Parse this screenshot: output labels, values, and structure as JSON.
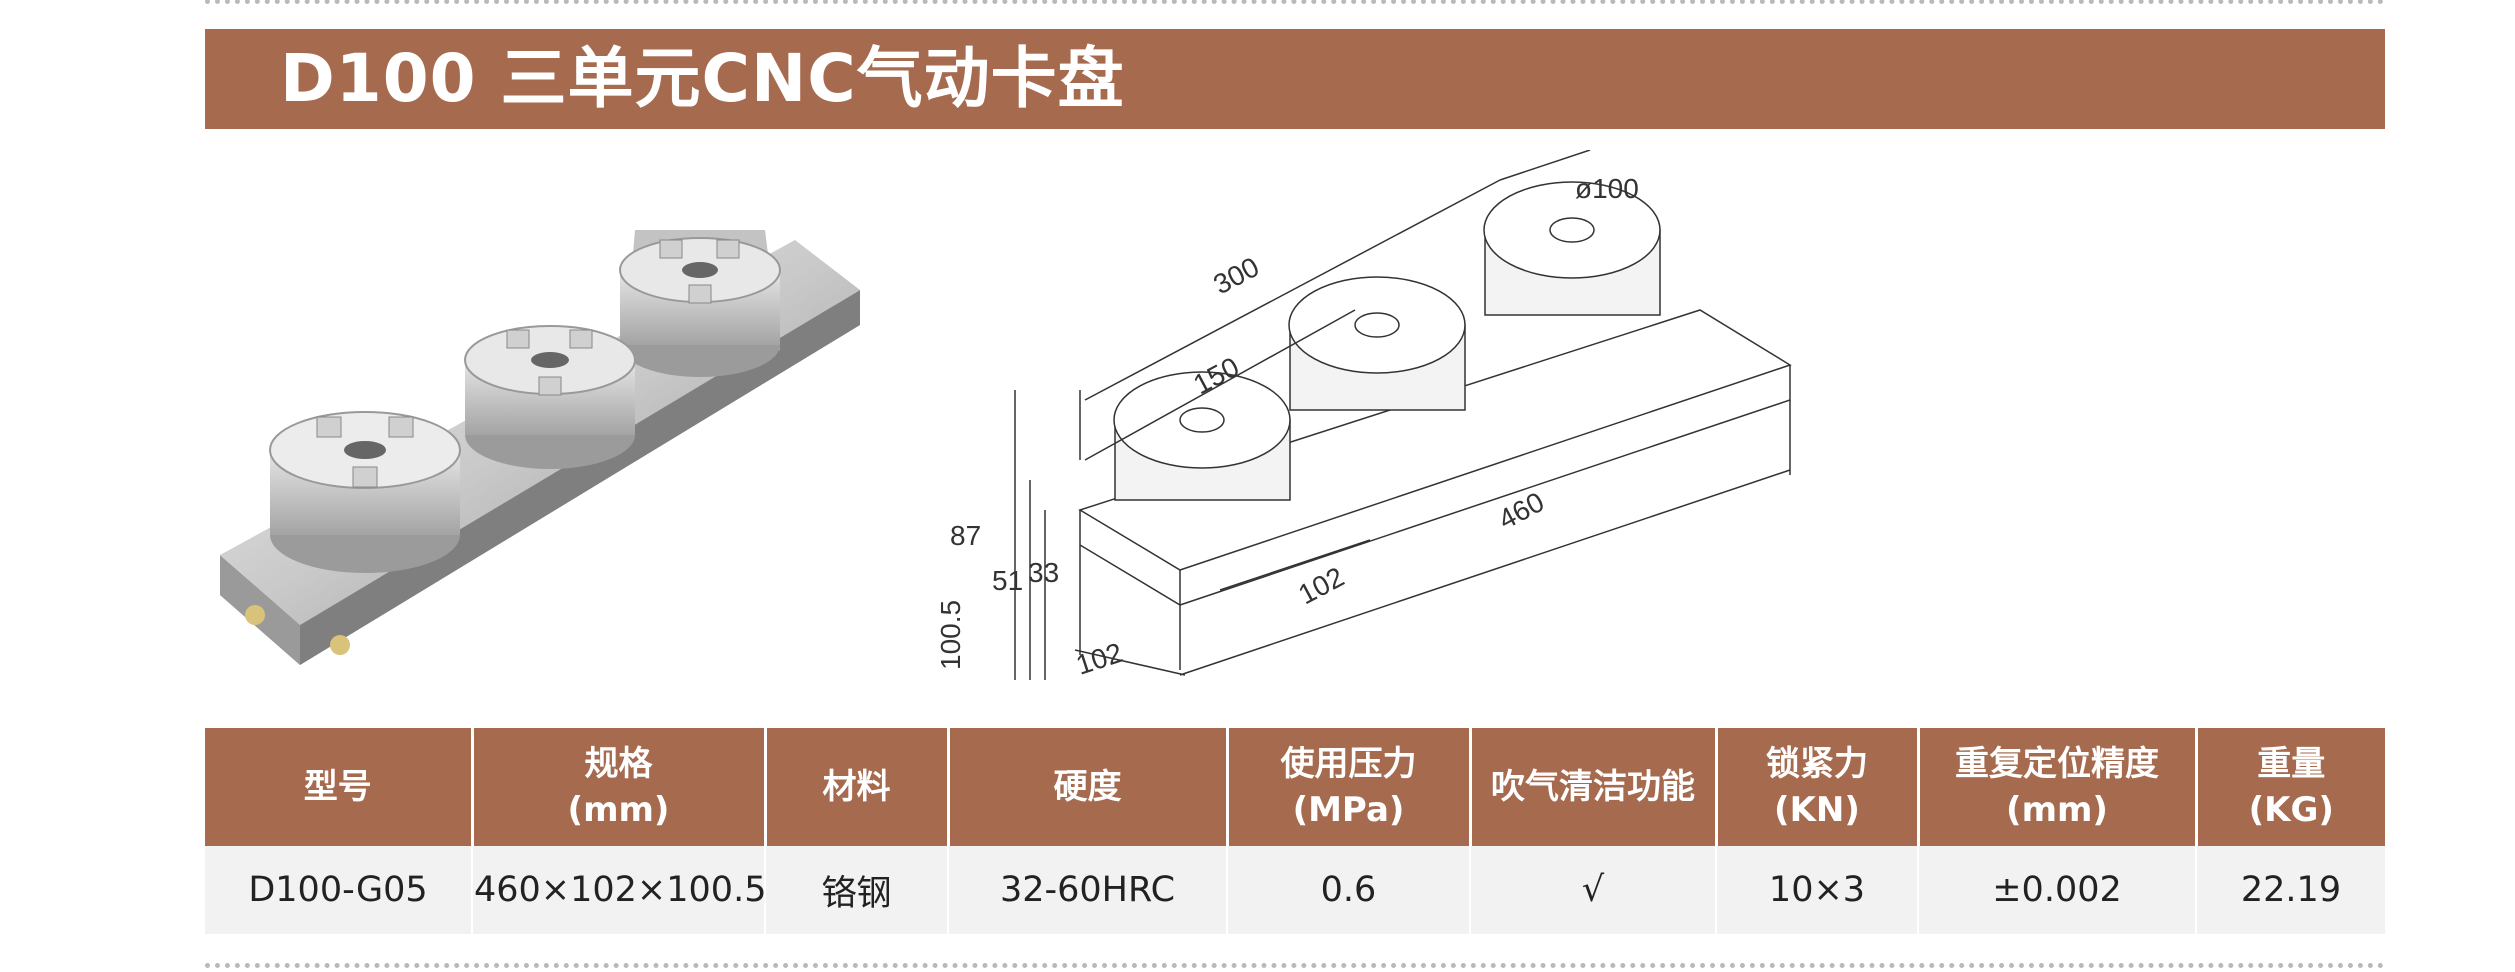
{
  "title": "D100  三单元CNC气动卡盘",
  "drawing": {
    "dims": {
      "length_total": "460",
      "length_300": "300",
      "length_150": "150",
      "width_top": "102",
      "width_bottom": "102",
      "diameter": "ø100",
      "h_87": "87",
      "h_51": "51",
      "h_33": "33",
      "h_total": "100.5"
    }
  },
  "table": {
    "headers": [
      "型号",
      "规格\n(mm)",
      "材料",
      "硬度",
      "使用压力\n(MPa)",
      "吹气清洁功能",
      "锁紧力\n(KN)",
      "重复定位精度\n(mm)",
      "重量\n(KG)"
    ],
    "rows": [
      [
        "D100-G05",
        "460×102×100.5",
        "铬钢",
        "32-60HRC",
        "0.6",
        "√",
        "10×3",
        "±0.002",
        "22.19"
      ]
    ]
  },
  "colors": {
    "accent": "#a66b4f",
    "row_bg": "#f2f2f2"
  }
}
